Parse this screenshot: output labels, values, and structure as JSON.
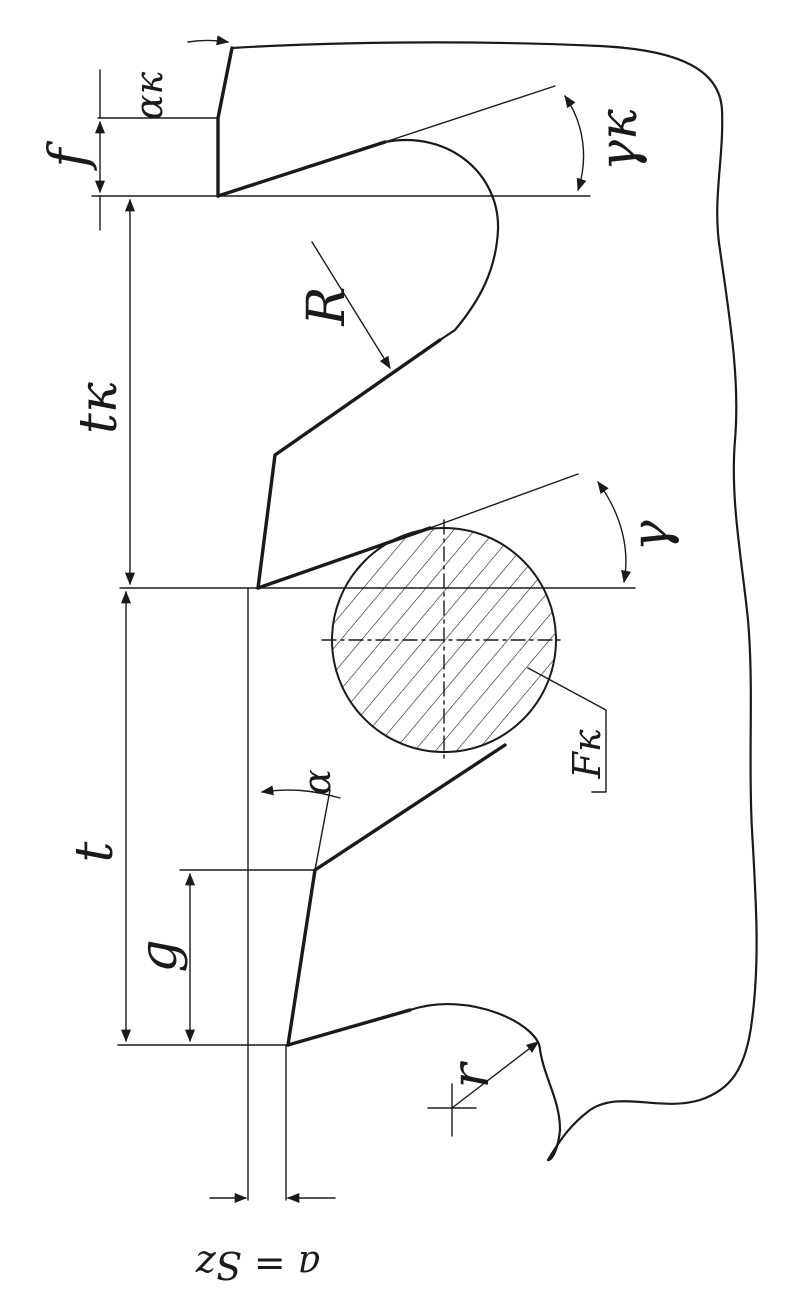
{
  "labels": {
    "alpha_k": "αк",
    "f": "f",
    "gamma_k": "γк",
    "R": "R",
    "t_k": "tк",
    "gamma": "γ",
    "F_k": "Fк",
    "alpha": "α",
    "t": "t",
    "g": "g",
    "r": "r",
    "a_sz": "a = Sz"
  },
  "colors": {
    "ink": "#1a1a1a",
    "background": "#ffffff"
  }
}
